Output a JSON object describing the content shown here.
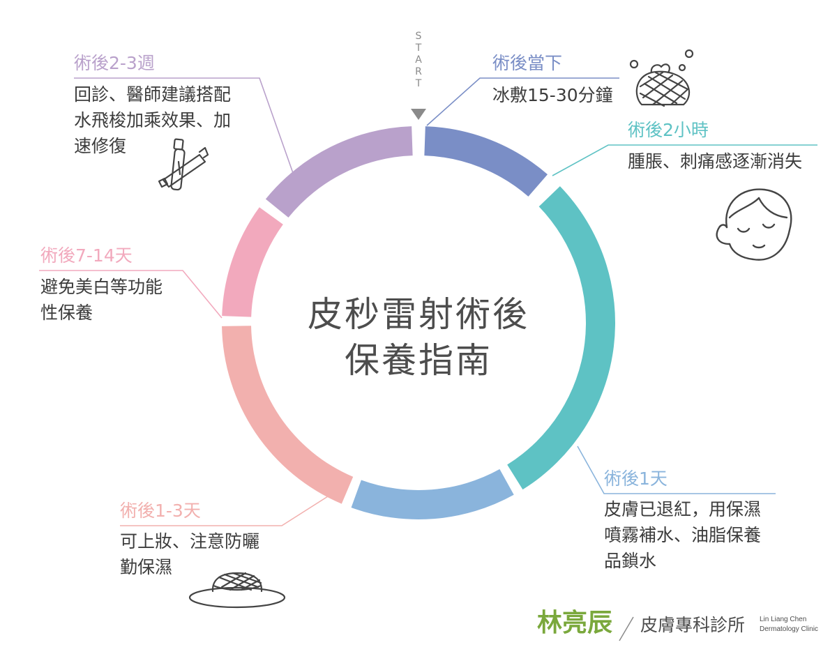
{
  "title": "皮秒雷射術後\n保養指南",
  "start_label": "START",
  "stages": [
    {
      "label": "術後當下",
      "desc": "冰敷15-30分鐘",
      "color": "#7a8ec6",
      "icon": "ice-pack-icon"
    },
    {
      "label": "術後2小時",
      "desc": "腫脹、刺痛感逐漸消失",
      "color": "#5ec2c4",
      "icon": "face-icon"
    },
    {
      "label": "術後1天",
      "desc": "皮膚已退紅，用保濕\n噴霧補水、油脂保養\n品鎖水",
      "color": "#8ab4dc",
      "icon": ""
    },
    {
      "label": "術後1-3天",
      "desc": "可上妝、注意防曬\n勤保濕",
      "color": "#f2b0ae",
      "icon": "sun-hat-icon"
    },
    {
      "label": "術後7-14天",
      "desc": "避免美白等功能\n性保養",
      "color": "#f2a9bd",
      "icon": ""
    },
    {
      "label": "術後2-3週",
      "desc": "回診、醫師建議搭配\n水飛梭加乘效果、加\n速修復",
      "color": "#b9a1cb",
      "icon": "hydrafacial-wand-icon"
    }
  ],
  "brand": {
    "name": "林亮辰",
    "dept": "皮膚專科診所",
    "en": "Lin Liang Chen\nDermatology Clinic"
  }
}
